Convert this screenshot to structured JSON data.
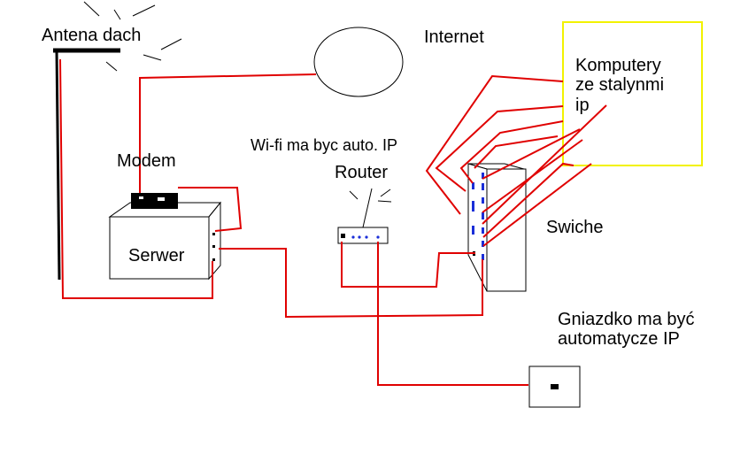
{
  "labels": {
    "antenna": "Antena dach",
    "internet": "Internet",
    "computers_line1": "Komputery",
    "computers_line2": "ze stalynmi",
    "computers_line3": "ip",
    "modem": "Modem",
    "wifi_note": "Wi-fi ma byc auto. IP",
    "router": "Router",
    "switch": "Swiche",
    "server": "Serwer",
    "socket_line1": "Gniazdko ma być",
    "socket_line2": "automatycze IP"
  },
  "colors": {
    "wire": "#e00000",
    "computers_box": "#f2f200",
    "ports": "#1a2ed8",
    "outline": "#000000",
    "background": "#ffffff"
  }
}
